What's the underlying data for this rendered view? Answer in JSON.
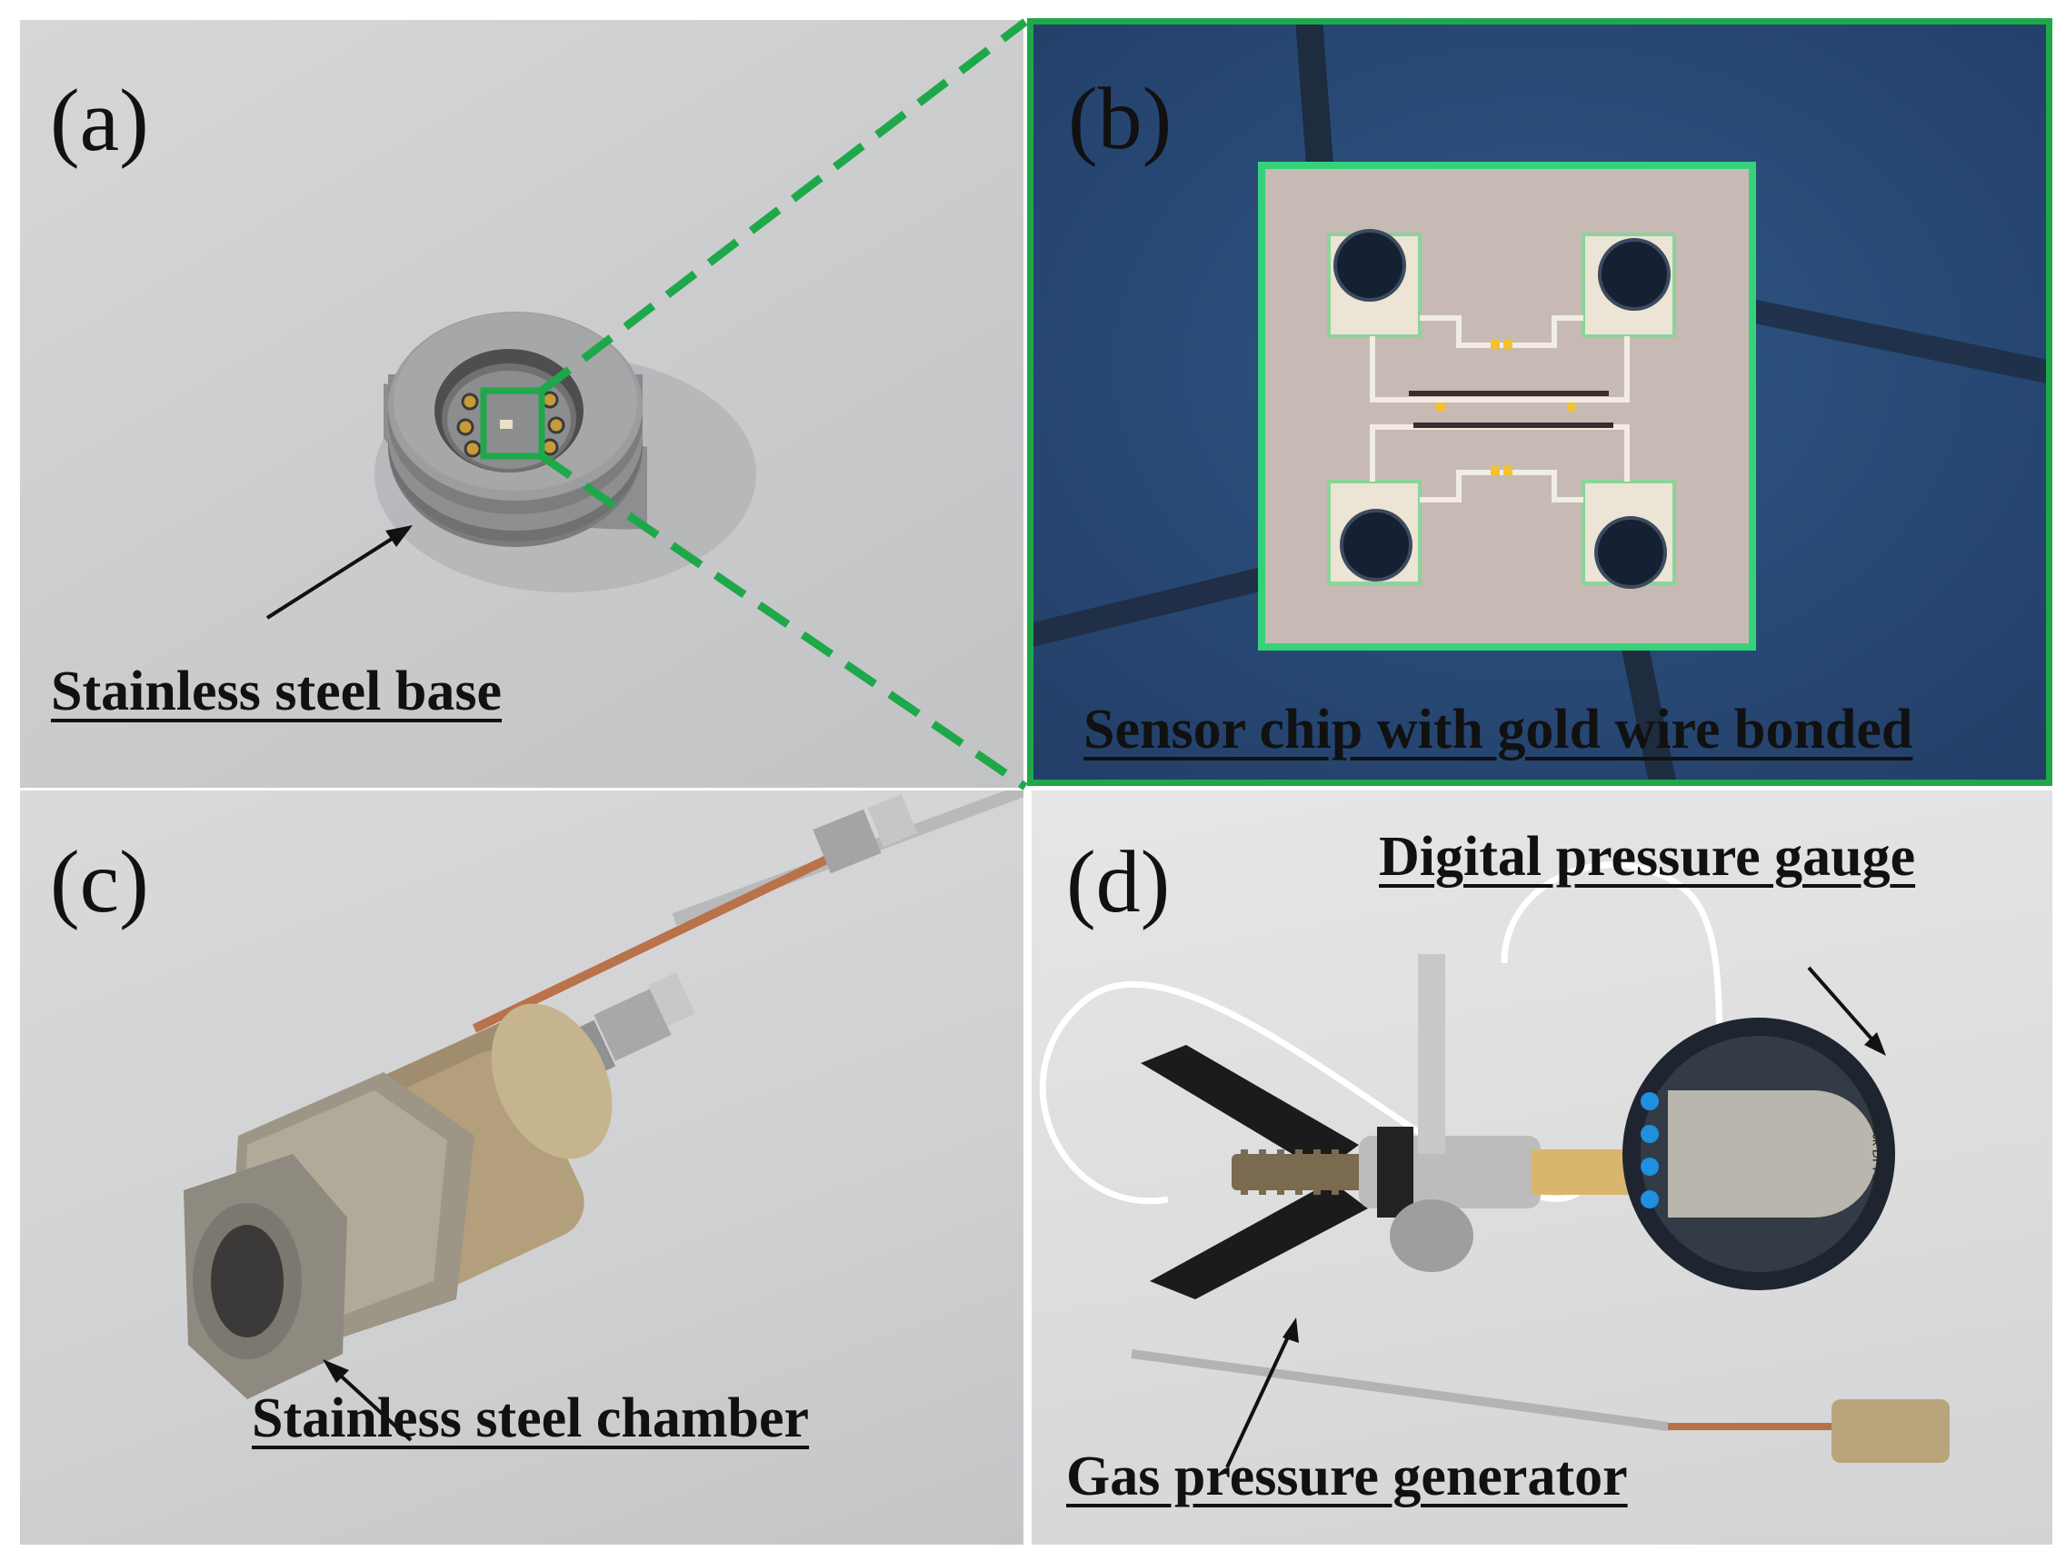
{
  "panels": {
    "a": {
      "label": "(a)",
      "caption": "Stainless steel base"
    },
    "b": {
      "label": "(b)",
      "caption": "Sensor chip with gold wire bonded"
    },
    "c": {
      "label": "(c)",
      "caption": "Stainless steel chamber"
    },
    "d": {
      "label": "(d)",
      "caption_top": "Digital pressure gauge",
      "caption_bottom": "Gas pressure generator",
      "gauge_brand_text": "Druck DPI 104"
    }
  },
  "colors": {
    "highlight": "#1fa84a",
    "chip_background": "#2b4c7c"
  }
}
